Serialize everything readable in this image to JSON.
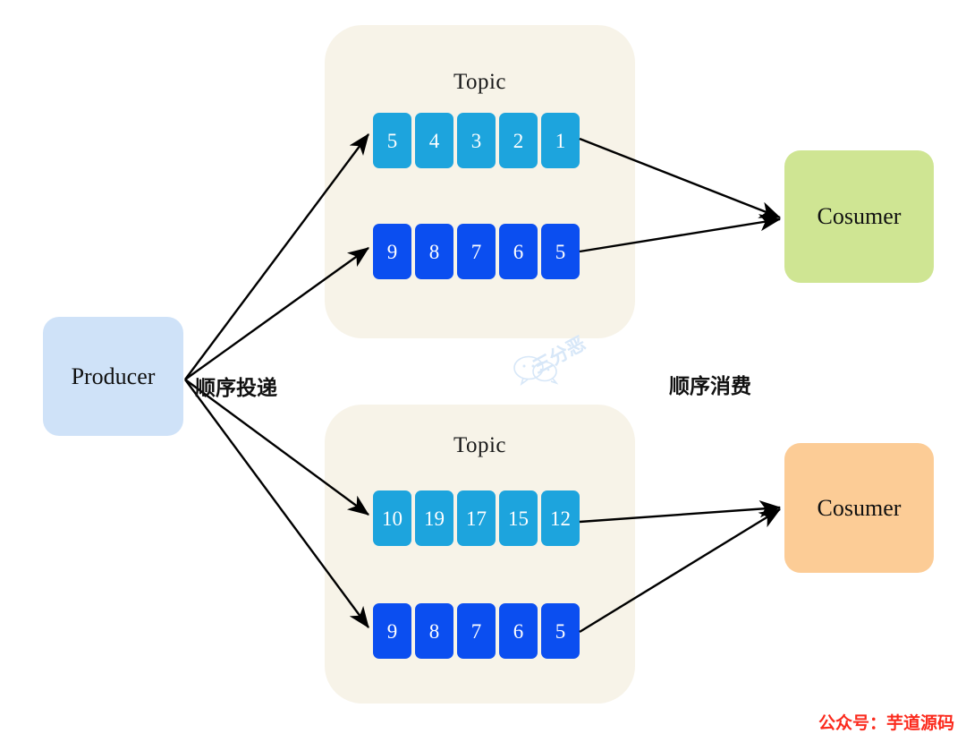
{
  "diagram": {
    "title_text": "Topic",
    "producer": {
      "label": "Producer",
      "color": "#cfe2f8"
    },
    "consumers": [
      {
        "label": "Cosumer",
        "color": "#cfe593"
      },
      {
        "label": "Cosumer",
        "color": "#fccc96"
      }
    ],
    "edge_labels": {
      "produce": "顺序投递",
      "consume": "顺序消费"
    },
    "topics": [
      {
        "title": "Topic",
        "queues": [
          {
            "style": "light",
            "color": "#1da4dd",
            "cells": [
              "5",
              "4",
              "3",
              "2",
              "1"
            ]
          },
          {
            "style": "dark",
            "color": "#0b4ef0",
            "cells": [
              "9",
              "8",
              "7",
              "6",
              "5"
            ]
          }
        ]
      },
      {
        "title": "Topic",
        "queues": [
          {
            "style": "light",
            "color": "#1da4dd",
            "cells": [
              "10",
              "19",
              "17",
              "15",
              "12"
            ]
          },
          {
            "style": "dark",
            "color": "#0b4ef0",
            "cells": [
              "9",
              "8",
              "7",
              "6",
              "5"
            ]
          }
        ]
      }
    ],
    "watermark": {
      "text": "三分恶",
      "icon": "wechat-bubbles-icon",
      "color": "#d7e7f8"
    },
    "footer": {
      "text": "公众号：芋道源码",
      "color": "#fb2a1d"
    },
    "panel_color": "#f7f3e8",
    "arrow_color": "#000000"
  }
}
